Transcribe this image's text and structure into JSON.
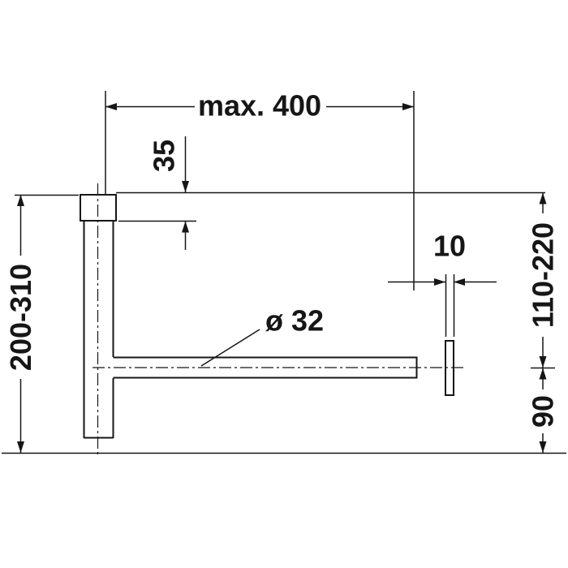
{
  "drawing": {
    "labels": {
      "max_width": "max. 400",
      "flange_offset": "35",
      "inlet_height_range": "200-310",
      "rosette_thickness": "10",
      "outlet_height_range": "110-220",
      "outlet_bottom_height": "90",
      "pipe_diameter": "ø 32"
    },
    "colors": {
      "line": "#161616",
      "background": "#ffffff"
    }
  }
}
